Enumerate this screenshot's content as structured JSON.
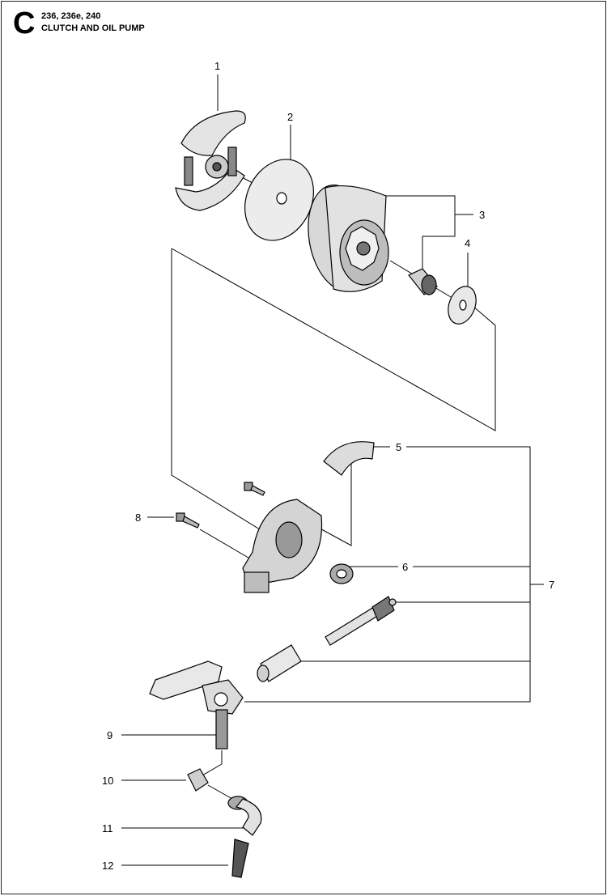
{
  "header": {
    "section_letter": "C",
    "models": "236, 236e, 240",
    "title": "CLUTCH AND OIL PUMP"
  },
  "callouts": [
    "1",
    "2",
    "3",
    "4",
    "5",
    "6",
    "7",
    "8",
    "9",
    "10",
    "11",
    "12"
  ],
  "colors": {
    "line": "#000000",
    "part_fill": "#e6e6e6",
    "part_dark": "#9a9a9a"
  }
}
